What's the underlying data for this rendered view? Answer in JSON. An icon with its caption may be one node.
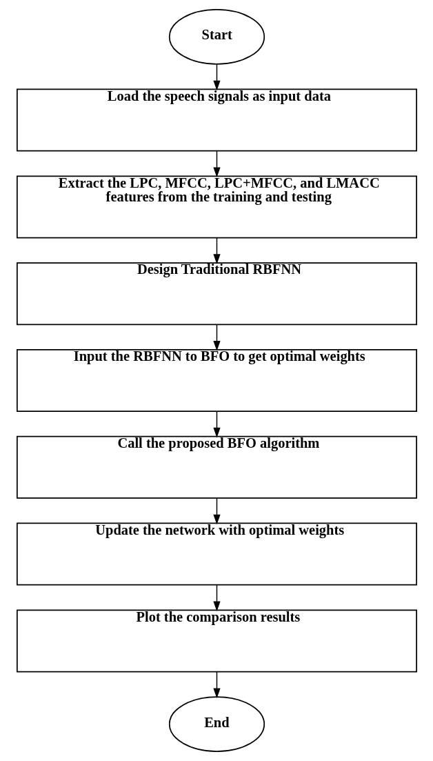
{
  "diagram": {
    "nodes": [
      {
        "text": [
          "Start"
        ]
      },
      {
        "text": [
          "Load the speech signals as input data"
        ]
      },
      {
        "text": [
          "Extract the LPC, MFCC, LPC+MFCC, and LMACC features from the training and testing"
        ]
      },
      {
        "text": [
          "Design Traditional RBFNN"
        ]
      },
      {
        "text": [
          "Input the RBFNN to BFO to get optimal weights"
        ]
      },
      {
        "text": [
          "Call the proposed BFO algorithm"
        ]
      },
      {
        "text": [
          "Update the network with optimal weights"
        ]
      },
      {
        "text": [
          "Plot the comparison results"
        ]
      },
      {
        "text": [
          "End"
        ]
      }
    ],
    "edges": [
      {
        "from": 0,
        "to": 1,
        "arrow": "to"
      },
      {
        "from": 1,
        "to": 2,
        "arrow": "to"
      },
      {
        "from": 2,
        "to": 3,
        "arrow": "to"
      },
      {
        "from": 3,
        "to": 4,
        "arrow": "to"
      },
      {
        "from": 4,
        "to": 5,
        "arrow": "to"
      },
      {
        "from": 5,
        "to": 6,
        "arrow": "to"
      },
      {
        "from": 6,
        "to": 7,
        "arrow": "to"
      },
      {
        "from": 7,
        "to": 8,
        "arrow": "to"
      }
    ]
  }
}
